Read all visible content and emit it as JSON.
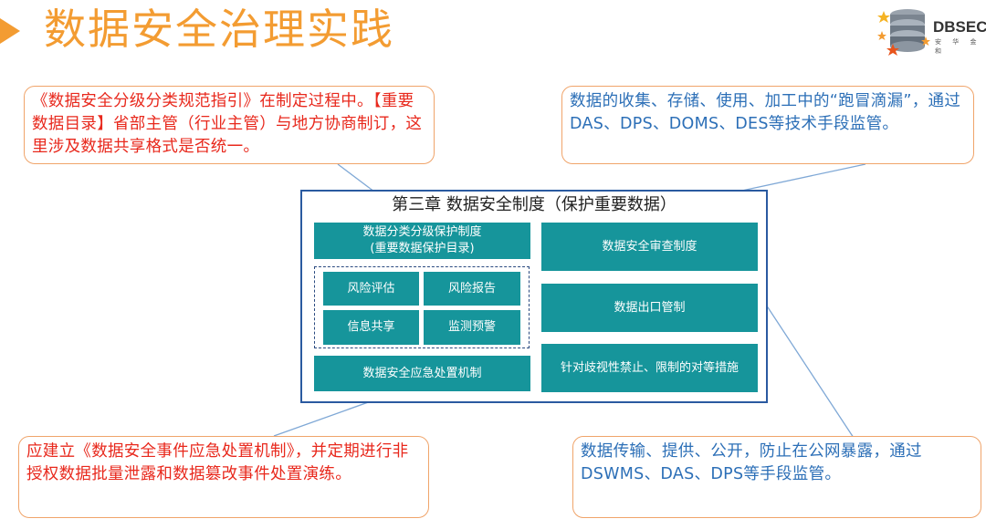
{
  "header": {
    "title": "数据安全治理实践",
    "logo_text": "DBSEC",
    "logo_sub": "安 华 金 和"
  },
  "notes": {
    "top_left": "《数据安全分级分类规范指引》在制定过程中。【重要数据目录】省部主管（行业主管）与地方协商制订，这里涉及数据共享格式是否统一。",
    "top_right": "数据的收集、存储、使用、加工中的“跑冒滴漏”，通过DAS、DPS、DOMS、DES等技术手段监管。",
    "bottom_left": "应建立《数据安全事件应急处置机制》，并定期进行非授权数据批量泄露和数据篡改事件处置演练。",
    "bottom_right": "数据传输、提供、公开，防止在公网暴露，通过DSWMS、DAS、DPS等手段监管。"
  },
  "chapter": {
    "title": "第三章 数据安全制度（保护重要数据）",
    "left": {
      "classification_line1": "数据分类分级保护制度",
      "classification_line2": "(重要数据保护目录)",
      "risk_assessment": "风险评估",
      "risk_report": "风险报告",
      "info_sharing": "信息共享",
      "monitoring_alert": "监测预警",
      "emergency": "数据安全应急处置机制"
    },
    "right": {
      "review": "数据安全审查制度",
      "export": "数据出口管制",
      "countermeasures": "针对歧视性禁止、限制的对等措施"
    }
  },
  "colors": {
    "accent_orange": "#f39c32",
    "tile_teal": "#16959b",
    "frame_blue": "#2a5aa0",
    "note_red": "#e8281c",
    "note_blue": "#2c6fb7"
  }
}
